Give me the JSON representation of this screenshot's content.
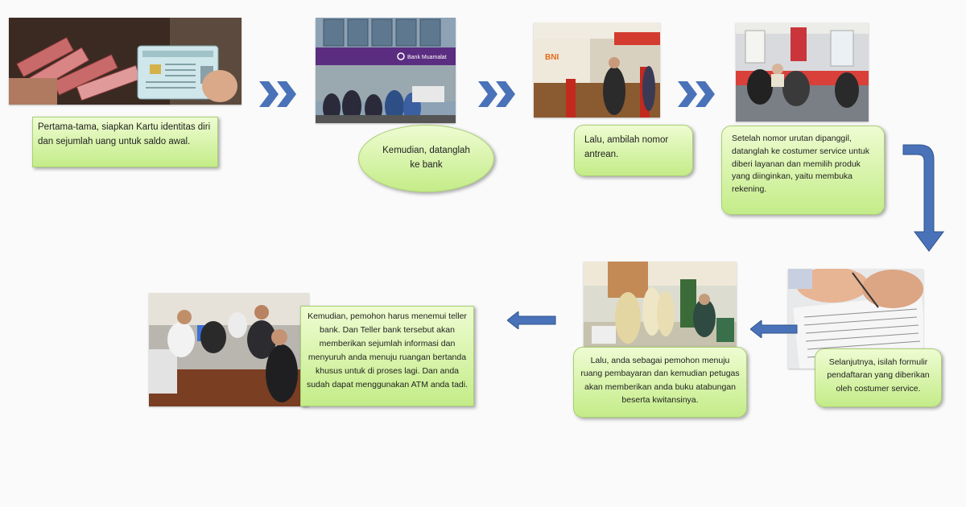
{
  "steps": [
    {
      "text": "Pertama-tama, siapkan Kartu identitas diri dan sejumlah uang untuk saldo awal."
    },
    {
      "text": "Kemudian, datanglah ke bank"
    },
    {
      "text": "Lalu, ambilah nomor antrean."
    },
    {
      "text": "Setelah nomor urutan dipanggil, datanglah ke costumer service untuk diberi layanan dan memilih produk yang diinginkan, yaitu membuka rekening."
    },
    {
      "text": "Selanjutnya, isilah formulir pendaftaran yang diberikan oleh costumer service."
    },
    {
      "text": "Lalu, anda sebagai pemohon menuju ruang pembayaran dan kemudian petugas akan memberikan anda buku atabungan beserta kwitansinya."
    },
    {
      "text": "Kemudian, pemohon harus menemui teller bank. Dan Teller bank tersebut akan memberikan sejumlah informasi dan menyuruh anda menuju ruangan bertanda khusus untuk di proses lagi. Dan anda sudah dapat menggunakan ATM anda tadi."
    }
  ],
  "photos": {
    "bank_sign": "Bank Muamalat",
    "bni_logo": "BNI"
  },
  "colors": {
    "arrow": "#4a72b8",
    "box_top": "#eefcd2",
    "box_bottom": "#c4ec88"
  }
}
